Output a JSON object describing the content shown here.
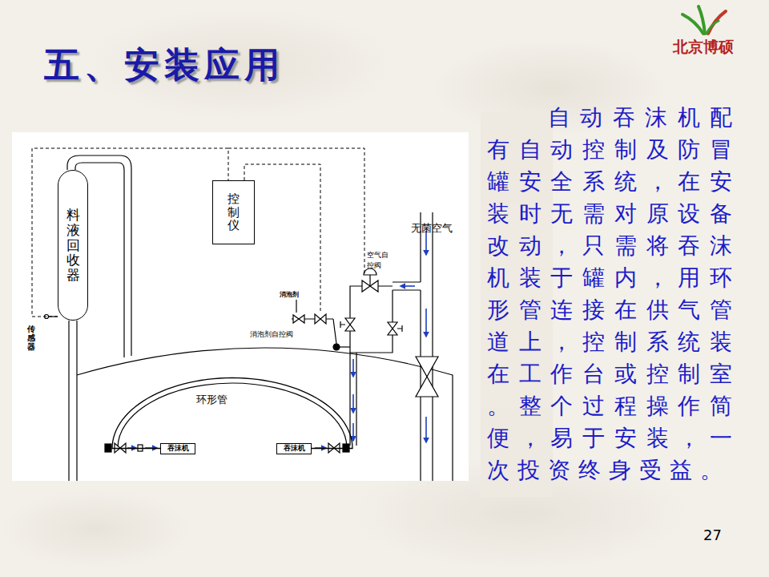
{
  "diagram": {
    "title": "五、安装应用",
    "nodes": [
      {
        "text": [
          "料液回收器"
        ]
      },
      {
        "text": [
          "控制仪"
        ]
      },
      {
        "text": [
          "吞沫机"
        ]
      },
      {
        "text": [
          "吞沫机"
        ]
      }
    ],
    "edges": [
      {
        "from": 0,
        "to": 1,
        "arrow": "none"
      },
      {
        "from": 2,
        "to": 3,
        "arrow": "none"
      }
    ],
    "labels": [
      "无菌空气",
      "空气自控阀",
      "消泡剂",
      "消泡剂自控阀",
      "环形管",
      "传感器",
      "自动吞沫机配有自动控制及防冒罐安全系统，在安装时无需对原设备改动，只需将吞沫机装于罐内，用环形管连接在供气管道上，控制系统装在工作台或控制室。整个过程操作简便，易于安装，一次投资终身受益。",
      "27",
      "北京博硕"
    ]
  }
}
